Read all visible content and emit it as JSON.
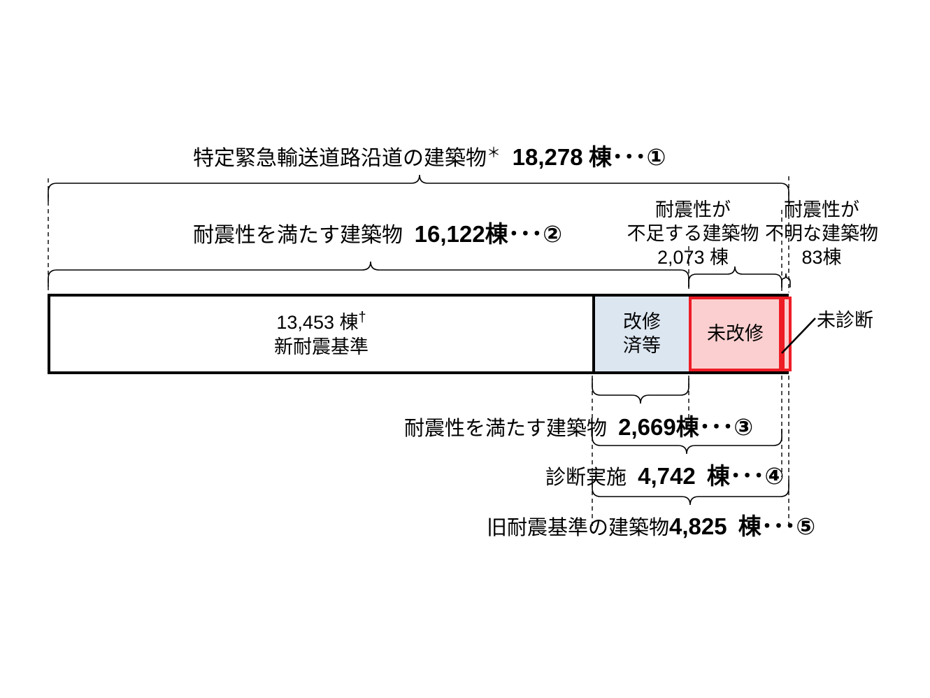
{
  "diagram": {
    "title_row": {
      "text": "特定緊急輸送道路沿道の建築物",
      "marker": "＊",
      "value": "18,278",
      "unit": "棟",
      "dots": "･･･",
      "index": "①"
    },
    "row2": {
      "text": "耐震性を満たす建築物",
      "value": "16,122",
      "unit": "棟",
      "dots": "･･･",
      "index": "②"
    },
    "insufficient": {
      "line1": "耐震性が",
      "line2": "不足する建築物",
      "line3": "2,073 棟"
    },
    "unknown": {
      "line1": "耐震性が",
      "line2": "不明な建築物",
      "line3": "83棟"
    },
    "bar_segments": {
      "new_standard": {
        "value": "13,453  棟",
        "dagger": "†",
        "label": "新耐震基準"
      },
      "retrofitted": {
        "line1": "改修",
        "line2": "済等"
      },
      "not_retrofitted": {
        "label": "未改修"
      },
      "undiagnosed_callout": {
        "label": "未診断"
      }
    },
    "bottom_rows": [
      {
        "text": "耐震性を満たす建築物",
        "value": "2,669",
        "unit": "棟",
        "dots": "･･･",
        "index": "③"
      },
      {
        "text": "診断実施",
        "value": "4,742",
        "unit": "棟",
        "dots": "･･･",
        "index": "④"
      },
      {
        "text": "旧耐震基準の建築物",
        "value": "4,825",
        "unit": "棟",
        "dots": "･･･",
        "index": "⑤"
      }
    ],
    "colors": {
      "retrofitted_fill": "#dce6f1",
      "not_retrofitted_fill": "#fbcfcf",
      "not_retrofitted_border": "#ee1c25",
      "outline": "#000000"
    }
  }
}
